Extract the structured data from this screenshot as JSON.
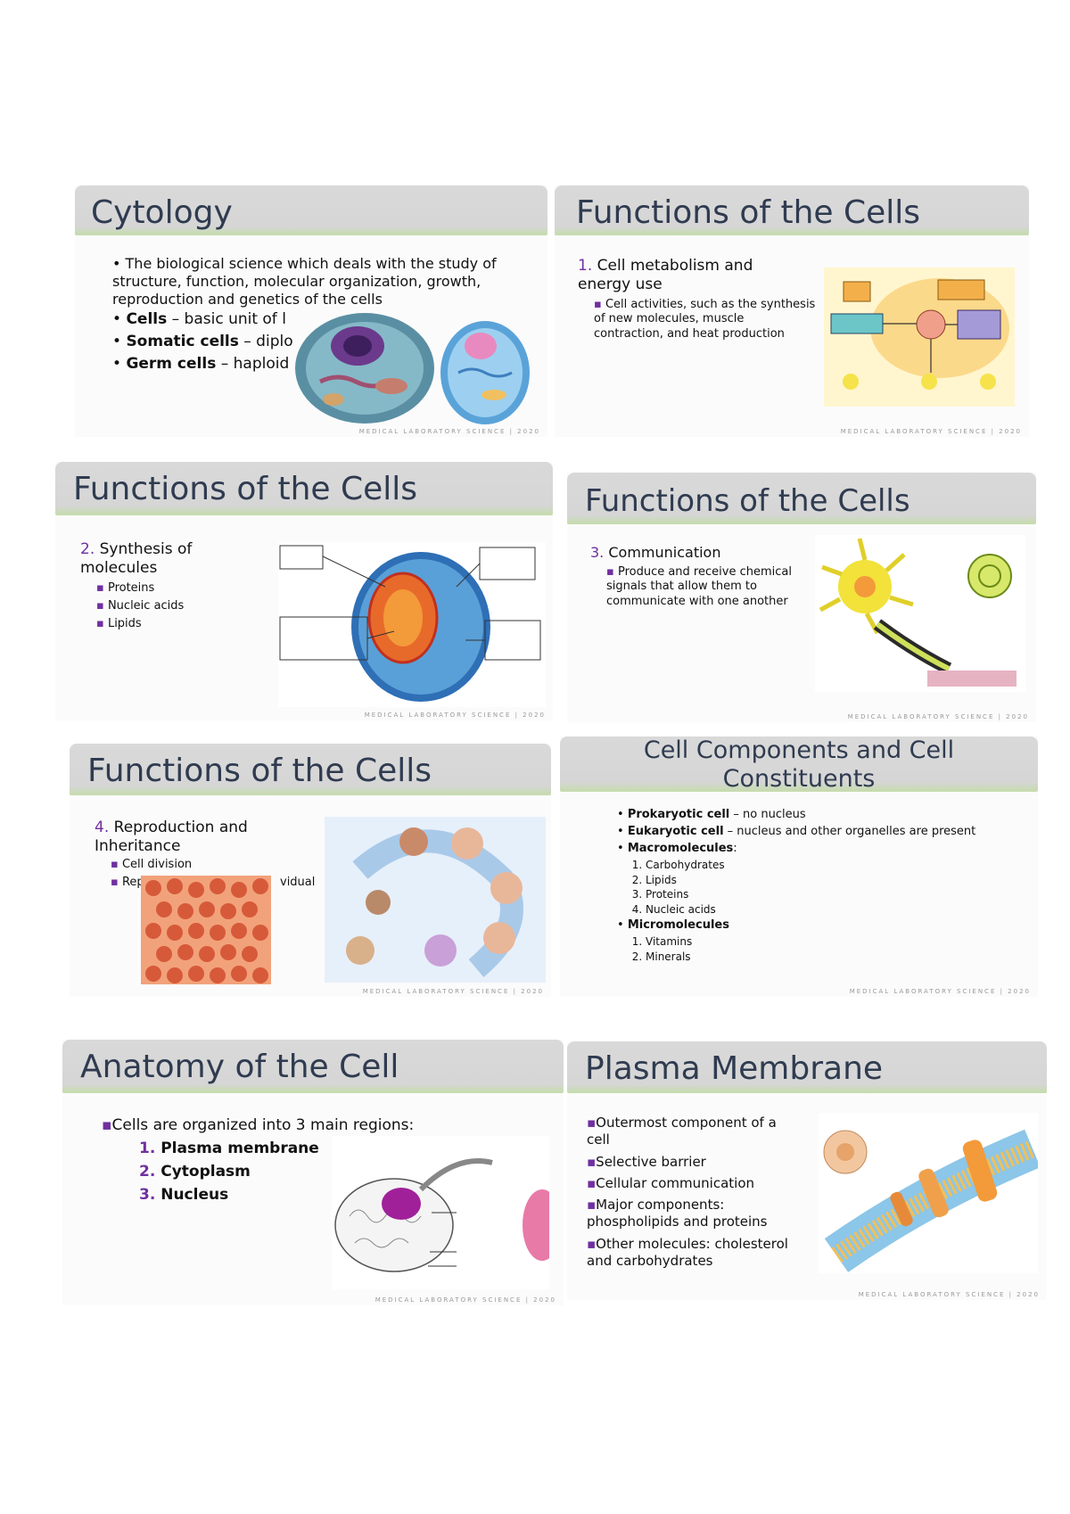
{
  "footer": "MEDICAL LABORATORY SCIENCE | 2020",
  "slides": {
    "s1": {
      "title": "Cytology",
      "bullet1": "The biological science which deals with the study of structure, function, molecular organization, growth, reproduction and genetics of the cells",
      "b2_bold": "Cells",
      "b2_rest": " – basic unit of l",
      "b3_bold": "Somatic cells",
      "b3_rest": " – diplo",
      "b4_bold": "Germ cells",
      "b4_rest": " – haploid"
    },
    "s2": {
      "title": "Functions of the Cells",
      "num": "1.",
      "item": "Cell metabolism and energy use",
      "sub": "Cell activities, such as the synthesis of new molecules, muscle contraction, and heat production"
    },
    "s3": {
      "title": "Functions of the Cells",
      "num": "2.",
      "item": "Synthesis of molecules",
      "subs": [
        "Proteins",
        "Nucleic acids",
        "Lipids"
      ]
    },
    "s4": {
      "title": "Functions of the Cells",
      "num": "3.",
      "item": "Communication",
      "sub": "Produce and receive chemical signals that allow them to communicate with one another"
    },
    "s5": {
      "title": "Functions of the Cells",
      "num": "4.",
      "item": "Reproduction and Inheritance",
      "sub1": "Cell division",
      "sub2a": "Rep",
      "sub2b": "vidual"
    },
    "s6": {
      "title": "Cell Components and Cell Constituents",
      "b1_bold": "Prokaryotic cell",
      "b1_rest": " – no nucleus",
      "b2_bold": "Eukaryotic cell",
      "b2_rest": " – nucleus and other organelles are present",
      "b3_bold": "Macromolecules",
      "b3_rest": ":",
      "macro": [
        "Carbohydrates",
        "Lipids",
        "Proteins",
        "Nucleic acids"
      ],
      "b4_bold": "Micromolecules",
      "micro": [
        "Vitamins",
        "Minerals"
      ]
    },
    "s7": {
      "title": "Anatomy of the Cell",
      "intro": "Cells are organized into 3 main regions:",
      "regions": [
        "Plasma membrane",
        "Cytoplasm",
        "Nucleus"
      ]
    },
    "s8": {
      "title": "Plasma Membrane",
      "bullets": [
        "Outermost component of a cell",
        "Selective barrier",
        "Cellular communication",
        "Major components: phospholipids and proteins",
        "Other molecules: cholesterol and carbohydrates"
      ]
    }
  },
  "colors": {
    "title_text": "#2f3b50",
    "bar": "#d9d9d9",
    "accent": "#c5dcab",
    "number": "#7030a0"
  }
}
